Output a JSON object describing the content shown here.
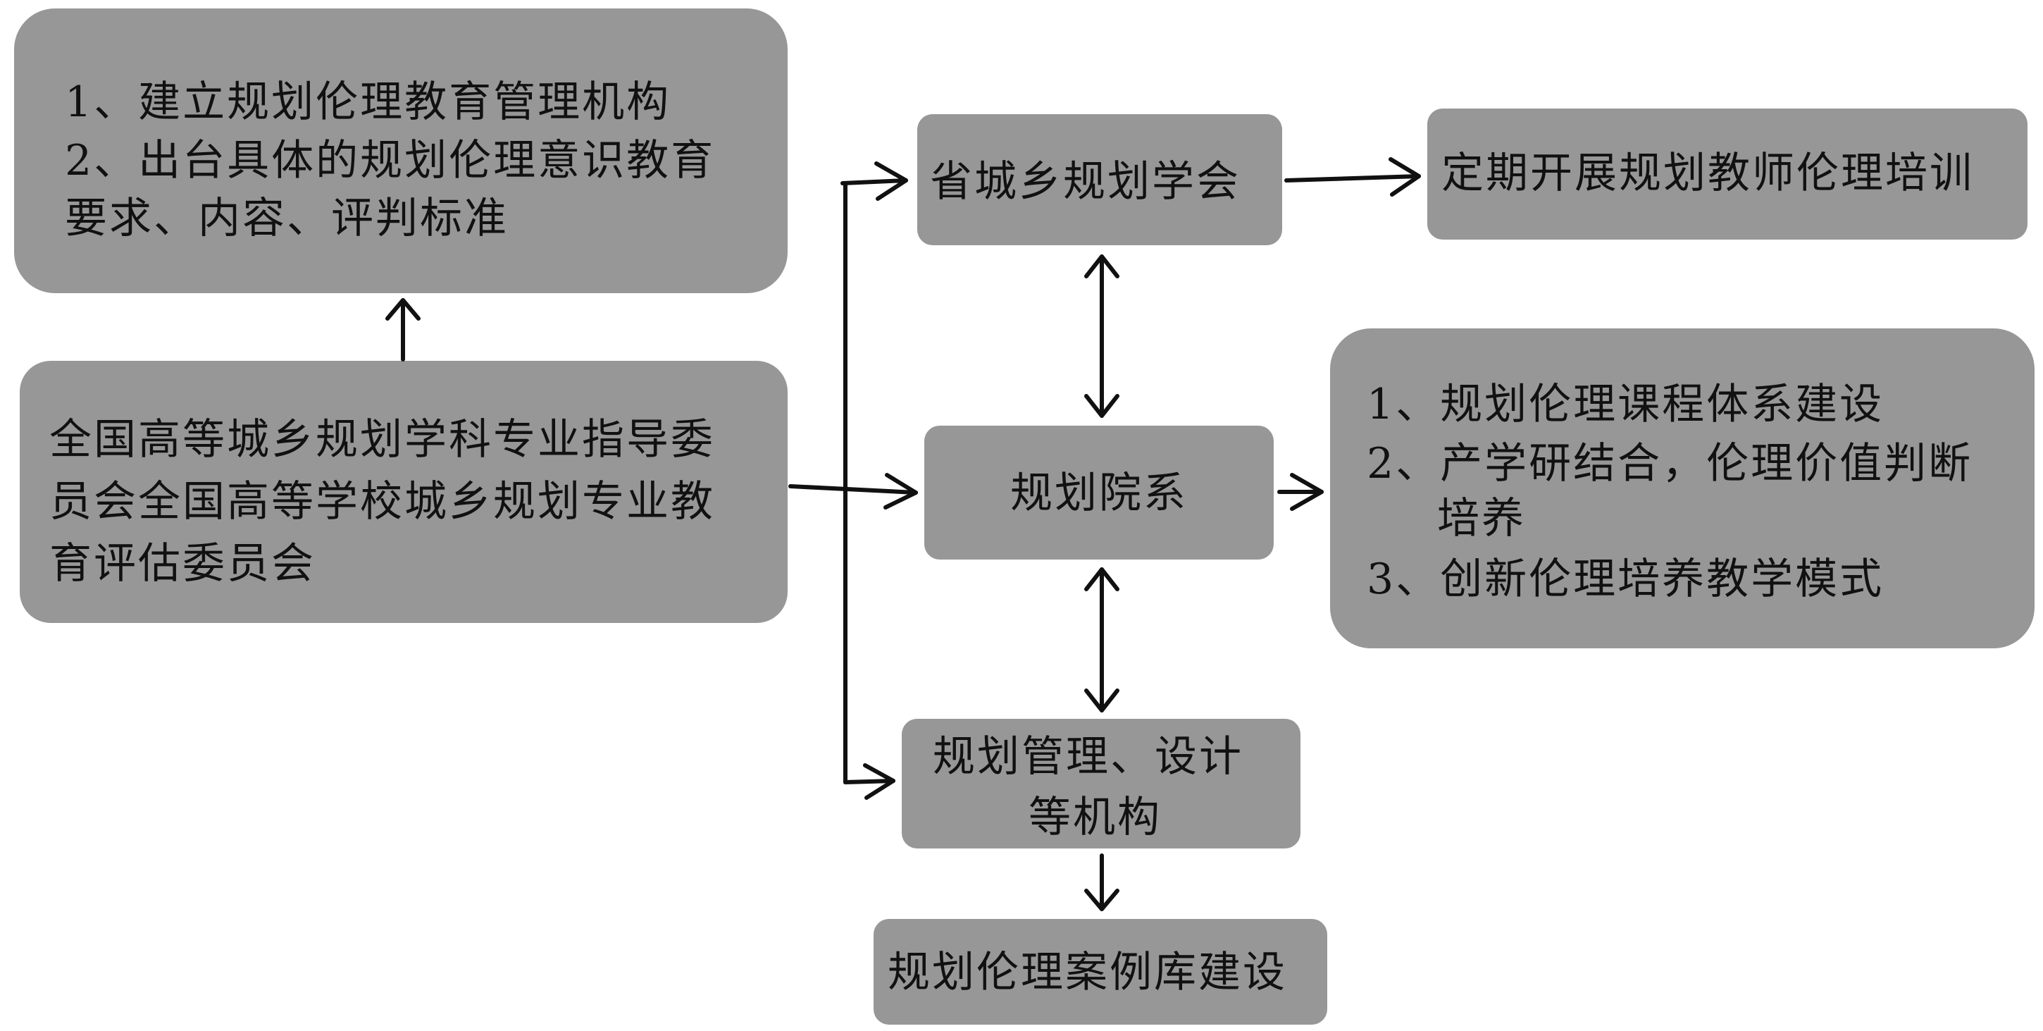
{
  "diagram": {
    "box_colour": "#979797",
    "ethics_management": {
      "lines": [
        "1、建立规划伦理教育管理机构",
        "2、出台具体的规划伦理意识教育",
        "要求、内容、评判标准"
      ]
    },
    "national_committees": {
      "lines": [
        "全国高等城乡规划学科专业指导委",
        "员会全国高等学校城乡规划专业教",
        "育评估委员会"
      ]
    },
    "provincial_society": {
      "label": "省城乡规划学会"
    },
    "teacher_training": {
      "label": "定期开展规划教师伦理培训"
    },
    "planning_department": {
      "label": "规划院系"
    },
    "curriculum_measures": {
      "lines": [
        "1、规划伦理课程体系建设",
        "2、产学研结合，伦理价值判断",
        "培养",
        "3、创新伦理培养教学模式"
      ]
    },
    "planning_institutions": {
      "lines": [
        "规划管理、设计",
        "等机构"
      ]
    },
    "case_library": {
      "label": "规划伦理案例库建设"
    }
  }
}
